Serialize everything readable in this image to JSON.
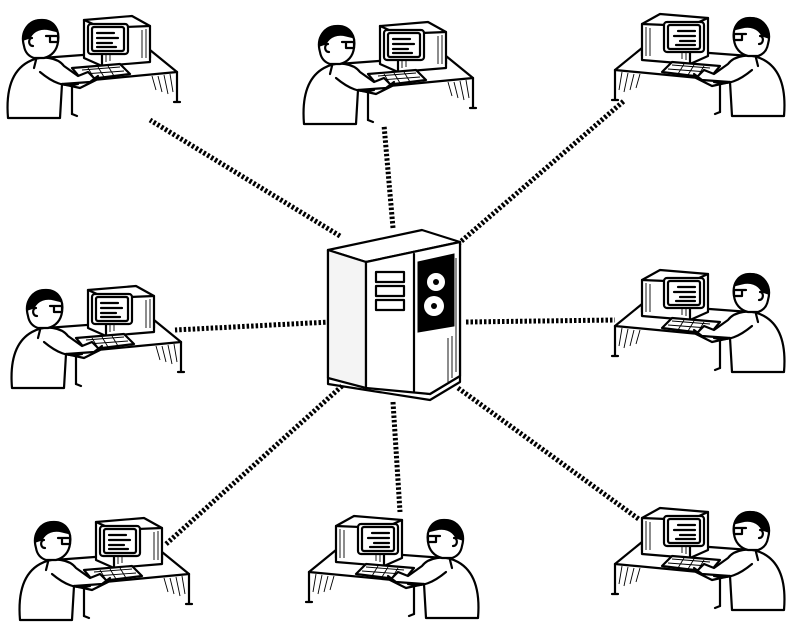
{
  "diagram": {
    "hub": {
      "kind": "mainframe-computer",
      "icon": "mainframe-icon"
    },
    "terminals": [
      {
        "id": "terminal-top-left",
        "icon": "user-at-terminal-icon",
        "facing": "right"
      },
      {
        "id": "terminal-top-center",
        "icon": "user-at-terminal-icon",
        "facing": "right"
      },
      {
        "id": "terminal-top-right",
        "icon": "user-at-terminal-icon",
        "facing": "left"
      },
      {
        "id": "terminal-middle-left",
        "icon": "user-at-terminal-icon",
        "facing": "right"
      },
      {
        "id": "terminal-middle-right",
        "icon": "user-at-terminal-icon",
        "facing": "left"
      },
      {
        "id": "terminal-bottom-left",
        "icon": "user-at-terminal-icon",
        "facing": "right"
      },
      {
        "id": "terminal-bottom-center",
        "icon": "user-at-terminal-icon",
        "facing": "left"
      },
      {
        "id": "terminal-bottom-right",
        "icon": "user-at-terminal-icon",
        "facing": "left"
      }
    ],
    "connections": [
      {
        "from": "hub",
        "to": "terminal-top-left"
      },
      {
        "from": "hub",
        "to": "terminal-top-center"
      },
      {
        "from": "hub",
        "to": "terminal-top-right"
      },
      {
        "from": "hub",
        "to": "terminal-middle-left"
      },
      {
        "from": "hub",
        "to": "terminal-middle-right"
      },
      {
        "from": "hub",
        "to": "terminal-bottom-left"
      },
      {
        "from": "hub",
        "to": "terminal-bottom-center"
      },
      {
        "from": "hub",
        "to": "terminal-bottom-right"
      }
    ],
    "colors": {
      "ink": "#000000",
      "paper": "#ffffff"
    }
  }
}
